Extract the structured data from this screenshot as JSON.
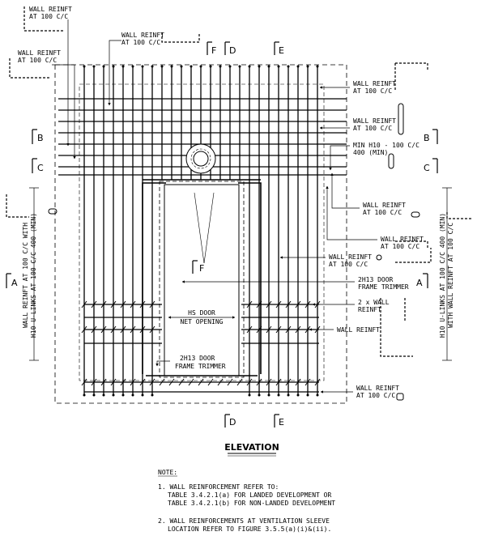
{
  "sections": {
    "B_left": "B",
    "B_right": "B",
    "C_left": "C",
    "C_right": "C",
    "A_left": "A",
    "A_right": "A",
    "F_top": "F",
    "D_top": "D",
    "E_top": "E",
    "F_mid": "F",
    "D_bottom": "D",
    "E_bottom": "E"
  },
  "labels": {
    "wall_reinft": "WALL REINFT",
    "at_100": "AT 100 C/C",
    "min_h10_1": "MIN H10 - 100 C/C",
    "min_h10_2": "400 (MIN)",
    "door_trimmer_1": "2H13 DOOR",
    "door_trimmer_2": "FRAME TRIMMER",
    "two_x_wall_1": "2 x WALL",
    "two_x_wall_2": "REINFT",
    "hs_door_1": "HS DOOR",
    "hs_door_2": "NET OPENING",
    "left_vertical_1": "WALL REINFT AT 100 C/C WITH",
    "left_vertical_2": "H10 U-LINKS AT 100 C/C 400 (MIN)",
    "right_vertical_1": "H10 U-LINKS AT 100 C/C 400 (MIN)",
    "right_vertical_2": "WITH WALL REINFT AT 100 C/C"
  },
  "title": "ELEVATION",
  "notes": {
    "heading": "NOTE:",
    "n1_1": "1. WALL REINFORCEMENT REFER TO:",
    "n1_2": "TABLE 3.4.2.1(a) FOR LANDED DEVELOPMENT OR",
    "n1_3": "TABLE 3.4.2.1(b) FOR NON-LANDED DEVELOPMENT",
    "n2_1": "2. WALL REINFORCEMENTS AT VENTILATION SLEEVE",
    "n2_2": "LOCATION REFER TO FIGURE 3.5.5(a)(i)&(ii)."
  }
}
